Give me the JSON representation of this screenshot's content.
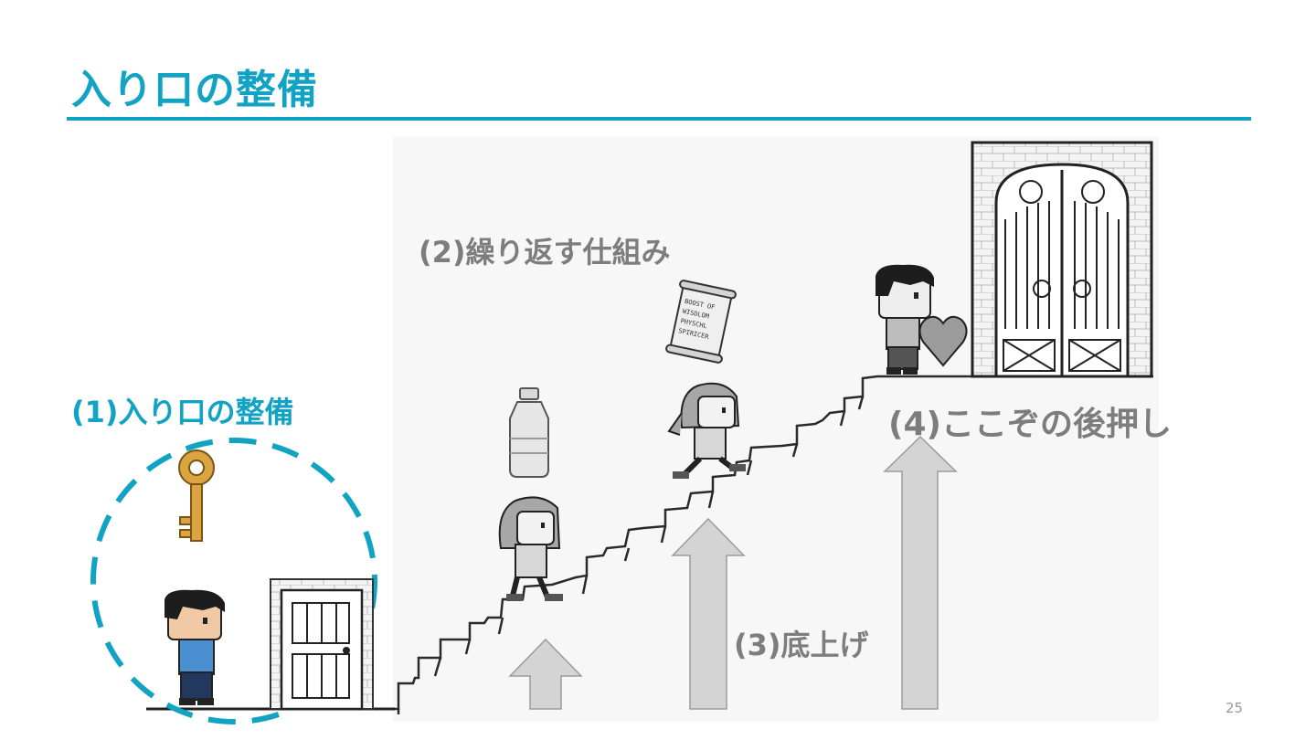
{
  "slide": {
    "title": "入り口の整備",
    "page_number": "25"
  },
  "labels": {
    "entrance": "(1)入り口の整備",
    "repeat_mechanism": "(2)繰り返す仕組み",
    "raise_baseline": "(3)底上げ",
    "final_push": "(4)ここぞの後押し"
  },
  "scroll_text": [
    "BOOST OF",
    "WISDLOM",
    "PHYSCHL",
    "SPIRICER"
  ],
  "colors": {
    "accent": "#12a3c4",
    "label_gray": "#7d7d7d",
    "arrow_fill": "#d4d4d4",
    "key_gold": "#d9a441",
    "shirt_blue": "#4a8fd0"
  },
  "icons": [
    "key-icon",
    "door-icon",
    "boy-icon",
    "girl-icon",
    "bottle-icon",
    "scroll-icon",
    "heart-icon",
    "gate-icon",
    "up-arrow-icon"
  ]
}
